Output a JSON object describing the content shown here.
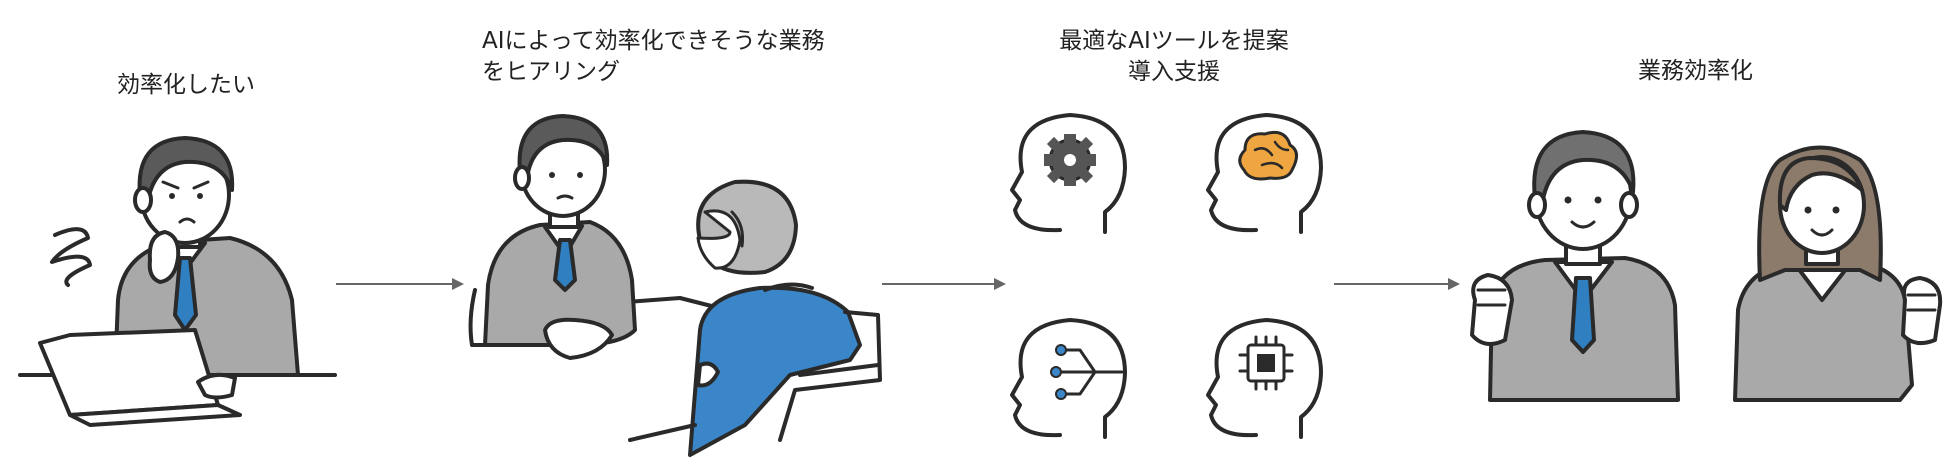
{
  "steps": [
    {
      "lines": [
        "効率化したい"
      ]
    },
    {
      "lines": [
        "AIによって効率化できそうな業務",
        "をヒアリング"
      ]
    },
    {
      "lines": [
        "最適なAIツールを提案",
        "導入支援"
      ]
    },
    {
      "lines": [
        "業務効率化"
      ]
    }
  ],
  "icons": {
    "ai_tools": [
      "gear-icon",
      "brain-icon",
      "circuit-icon",
      "chip-icon"
    ]
  },
  "colors": {
    "outline": "#2a2a2a",
    "suit_gray": "#a9a9a9",
    "hair_dark": "#5a5a5a",
    "hair_gray": "#b9b9b9",
    "hair_brown": "#8c7a6a",
    "tie_blue": "#2f7fc1",
    "sweater_blue": "#3a86c8",
    "brain_orange": "#f0a640",
    "arrow": "#666666"
  }
}
